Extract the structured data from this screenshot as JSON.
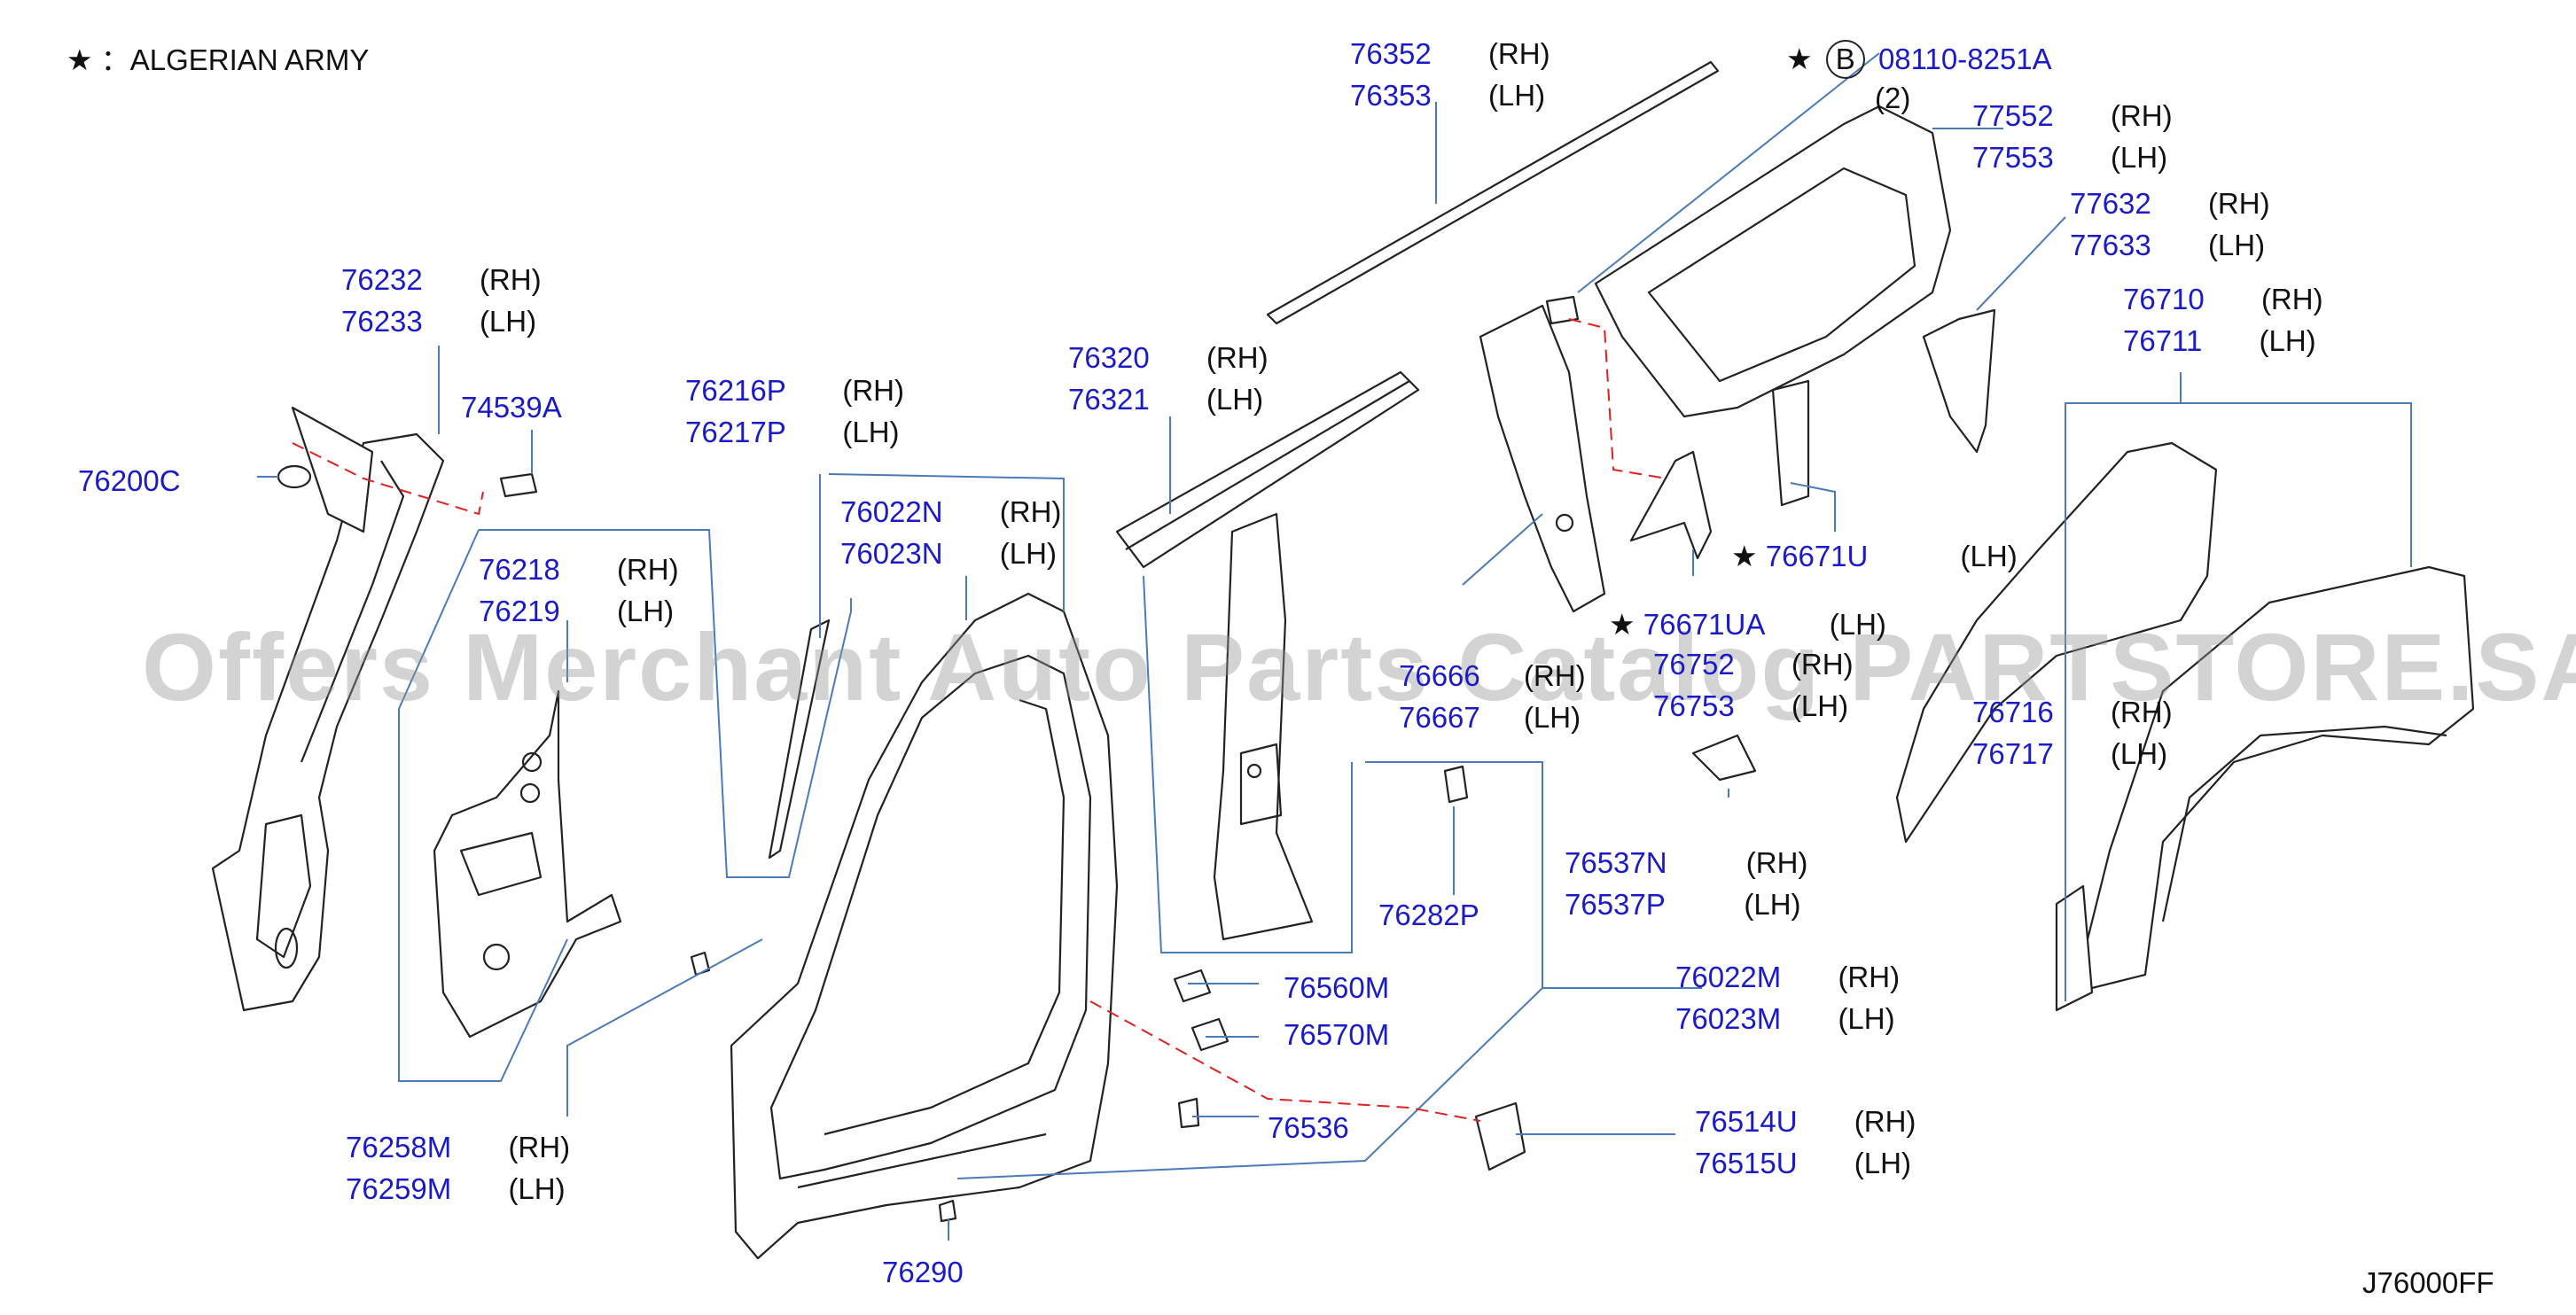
{
  "legend": {
    "star": "★",
    "text": "：ALGERIAN  ARMY"
  },
  "drawing_code": "J76000FF",
  "watermark": "Offers Merchant Auto Parts Catalog PARTSTORE.SA",
  "colors": {
    "part_number": "#1a1ac8",
    "leader": "#4a7ab8",
    "dashed": "#e02020",
    "outline": "#222222"
  },
  "callouts": [
    {
      "id": "76232",
      "parts": [
        {
          "pn": "76232",
          "side": "(RH)"
        },
        {
          "pn": "76233",
          "side": "(LH)"
        }
      ]
    },
    {
      "id": "74539A",
      "parts": [
        {
          "pn": "74539A",
          "side": ""
        }
      ]
    },
    {
      "id": "76200C",
      "parts": [
        {
          "pn": "76200C",
          "side": ""
        }
      ]
    },
    {
      "id": "76218",
      "parts": [
        {
          "pn": "76218",
          "side": "(RH)"
        },
        {
          "pn": "76219",
          "side": "(LH)"
        }
      ]
    },
    {
      "id": "76258M",
      "parts": [
        {
          "pn": "76258M",
          "side": "(RH)"
        },
        {
          "pn": "76259M",
          "side": "(LH)"
        }
      ]
    },
    {
      "id": "76216P",
      "parts": [
        {
          "pn": "76216P",
          "side": "(RH)"
        },
        {
          "pn": "76217P",
          "side": "(LH)"
        }
      ]
    },
    {
      "id": "76022N",
      "parts": [
        {
          "pn": "76022N",
          "side": "(RH)"
        },
        {
          "pn": "76023N",
          "side": "(LH)"
        }
      ]
    },
    {
      "id": "76320",
      "parts": [
        {
          "pn": "76320",
          "side": "(RH)"
        },
        {
          "pn": "76321",
          "side": "(LH)"
        }
      ]
    },
    {
      "id": "76352",
      "parts": [
        {
          "pn": "76352",
          "side": "(RH)"
        },
        {
          "pn": "76353",
          "side": "(LH)"
        }
      ]
    },
    {
      "id": "08110-8251A",
      "star": "★",
      "circle": "B",
      "parts": [
        {
          "pn": "08110-8251A",
          "side": ""
        }
      ],
      "qty": "(2)"
    },
    {
      "id": "77552",
      "parts": [
        {
          "pn": "77552",
          "side": "(RH)"
        },
        {
          "pn": "77553",
          "side": "(LH)"
        }
      ]
    },
    {
      "id": "77632",
      "parts": [
        {
          "pn": "77632",
          "side": "(RH)"
        },
        {
          "pn": "77633",
          "side": "(LH)"
        }
      ]
    },
    {
      "id": "76710",
      "parts": [
        {
          "pn": "76710",
          "side": "(RH)"
        },
        {
          "pn": "76711",
          "side": "(LH)"
        }
      ]
    },
    {
      "id": "76671U",
      "star": "★",
      "parts": [
        {
          "pn": "76671U",
          "side": "(LH)"
        }
      ]
    },
    {
      "id": "76671UA",
      "star": "★",
      "parts": [
        {
          "pn": "76671UA",
          "side": "(LH)"
        }
      ]
    },
    {
      "id": "76666",
      "parts": [
        {
          "pn": "76666",
          "side": "(RH)"
        },
        {
          "pn": "76667",
          "side": "(LH)"
        }
      ]
    },
    {
      "id": "76752",
      "parts": [
        {
          "pn": "76752",
          "side": "(RH)"
        },
        {
          "pn": "76753",
          "side": "(LH)"
        }
      ]
    },
    {
      "id": "76716",
      "parts": [
        {
          "pn": "76716",
          "side": "(RH)"
        },
        {
          "pn": "76717",
          "side": "(LH)"
        }
      ]
    },
    {
      "id": "76537N",
      "parts": [
        {
          "pn": "76537N",
          "side": "(RH)"
        },
        {
          "pn": "76537P",
          "side": "(LH)"
        }
      ]
    },
    {
      "id": "76282P",
      "parts": [
        {
          "pn": "76282P",
          "side": ""
        }
      ]
    },
    {
      "id": "76022M",
      "parts": [
        {
          "pn": "76022M",
          "side": "(RH)"
        },
        {
          "pn": "76023M",
          "side": "(LH)"
        }
      ]
    },
    {
      "id": "76560M",
      "parts": [
        {
          "pn": "76560M",
          "side": ""
        }
      ]
    },
    {
      "id": "76570M",
      "parts": [
        {
          "pn": "76570M",
          "side": ""
        }
      ]
    },
    {
      "id": "76536",
      "parts": [
        {
          "pn": "76536",
          "side": ""
        }
      ]
    },
    {
      "id": "76514U",
      "parts": [
        {
          "pn": "76514U",
          "side": "(RH)"
        },
        {
          "pn": "76515U",
          "side": "(LH)"
        }
      ]
    },
    {
      "id": "76290",
      "parts": [
        {
          "pn": "76290",
          "side": ""
        }
      ]
    }
  ]
}
